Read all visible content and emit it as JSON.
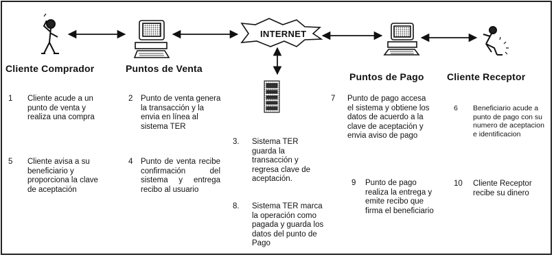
{
  "headings": {
    "comprador": "Cliente Comprador",
    "venta": "Puntos de Venta",
    "pago": "Puntos de Pago",
    "receptor": "Cliente Receptor"
  },
  "internet_label": "INTERNET",
  "steps": [
    {
      "num": "1",
      "text": "Cliente acude a un punto de venta y realiza una compra"
    },
    {
      "num": "2",
      "text": "Punto de venta genera la transacción y la envia en línea al sistema TER"
    },
    {
      "num": "3.",
      "text": "Sistema TER guarda la transacción y regresa clave de aceptación."
    },
    {
      "num": "4",
      "text": "Punto de venta recibe confirmación del sistema y entrega recibo al usuario"
    },
    {
      "num": "5",
      "text": "Cliente avisa a su beneficiario y proporciona la clave de aceptación"
    },
    {
      "num": "6",
      "text": "Beneficiario acude a punto de pago con su numero de aceptacion e identificacion"
    },
    {
      "num": "7",
      "text": "Punto de pago accesa el sistema y obtiene los datos de acuerdo a la clave de aceptación y envia aviso de pago"
    },
    {
      "num": "8.",
      "text": "Sistema TER marca la operación como pagada y guarda los datos del punto de Pago"
    },
    {
      "num": "9",
      "text": "Punto de pago realiza la entrega y emite recibo que firma el beneficiario"
    },
    {
      "num": "10",
      "text": "Cliente Receptor recibe su dinero"
    }
  ],
  "icons": {
    "comprador": "person-calling-icon",
    "venta": "computer-terminal-icon",
    "internet": "internet-cloud-icon",
    "ter": "server-document-icon",
    "pago": "computer-terminal-icon",
    "receptor": "person-seated-icon"
  },
  "colors": {
    "line": "#111111",
    "background": "#ffffff"
  }
}
